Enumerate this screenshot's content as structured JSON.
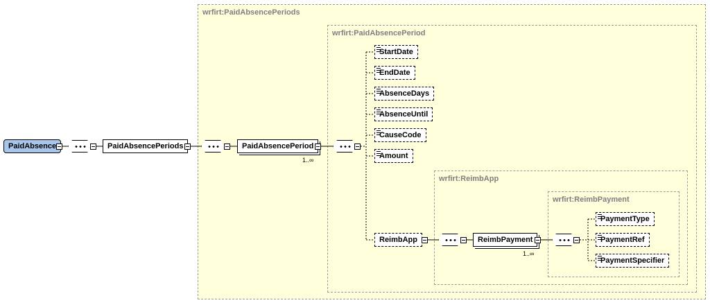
{
  "types": {
    "paid_absence_periods": "wrfirt:PaidAbsencePeriods",
    "paid_absence_period": "wrfirt:PaidAbsencePeriod",
    "reimb_app": "wrfirt:ReimbApp",
    "reimb_payment": "wrfirt:ReimbPayment"
  },
  "elements": {
    "paid_absence": "PaidAbsence",
    "paid_absence_periods": "PaidAbsencePeriods",
    "paid_absence_period": "PaidAbsencePeriod",
    "start_date": "StartDate",
    "end_date": "EndDate",
    "absence_days": "AbsenceDays",
    "absence_until": "AbsenceUntil",
    "cause_code": "CauseCode",
    "amount": "Amount",
    "reimb_app": "ReimbApp",
    "reimb_payment": "ReimbPayment",
    "payment_type": "PaymentType",
    "payment_ref": "PaymentRef",
    "payment_specifier": "PaymentSpecifier"
  },
  "cardinality": {
    "paid_absence_period": "1..∞",
    "reimb_payment": "1..∞"
  },
  "colors": {
    "type_fill": "#ffffdc",
    "root_fill": "#a7c6ea"
  }
}
